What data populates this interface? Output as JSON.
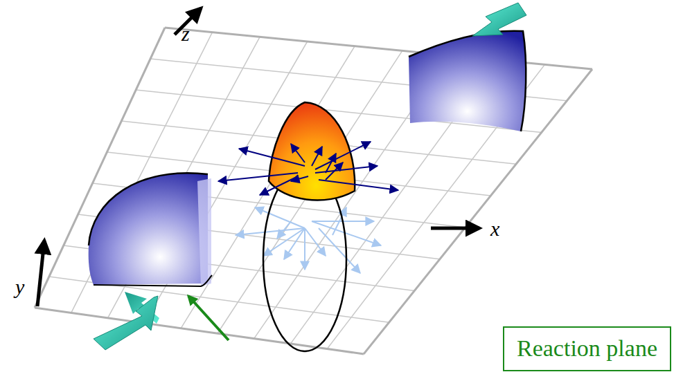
{
  "diagram": {
    "nodes": [
      {
        "text": [
          "Reaction plane"
        ]
      }
    ],
    "labels": [
      "z",
      "x",
      "y"
    ]
  }
}
